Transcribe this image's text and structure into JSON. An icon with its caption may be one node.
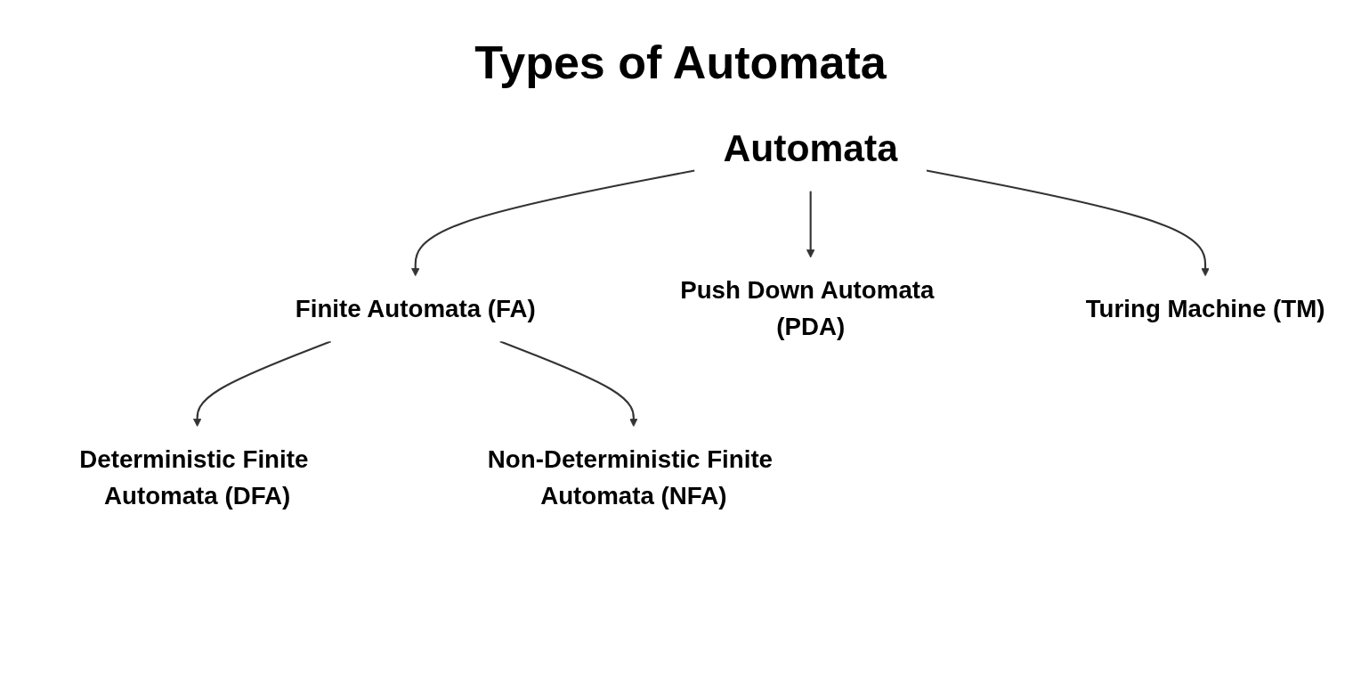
{
  "diagram": {
    "title": "Types of Automata",
    "nodes": [
      {
        "text": [
          "Automata"
        ]
      },
      {
        "text": [
          "Finite Automata (FA)"
        ]
      },
      {
        "text": [
          "Push Down Automata (PDA)"
        ]
      },
      {
        "text": [
          "Turing Machine (TM)"
        ]
      },
      {
        "text": [
          "Deterministic Finite Automata (DFA)"
        ]
      },
      {
        "text": [
          "Non-Deterministic Finite Automata (NFA)"
        ]
      }
    ],
    "edges": [
      {
        "from": 0,
        "to": 1,
        "arrow": "to"
      },
      {
        "from": 0,
        "to": 2,
        "arrow": "to"
      },
      {
        "from": 0,
        "to": 3,
        "arrow": "to"
      },
      {
        "from": 1,
        "to": 4,
        "arrow": "to"
      },
      {
        "from": 1,
        "to": 5,
        "arrow": "to"
      }
    ]
  }
}
